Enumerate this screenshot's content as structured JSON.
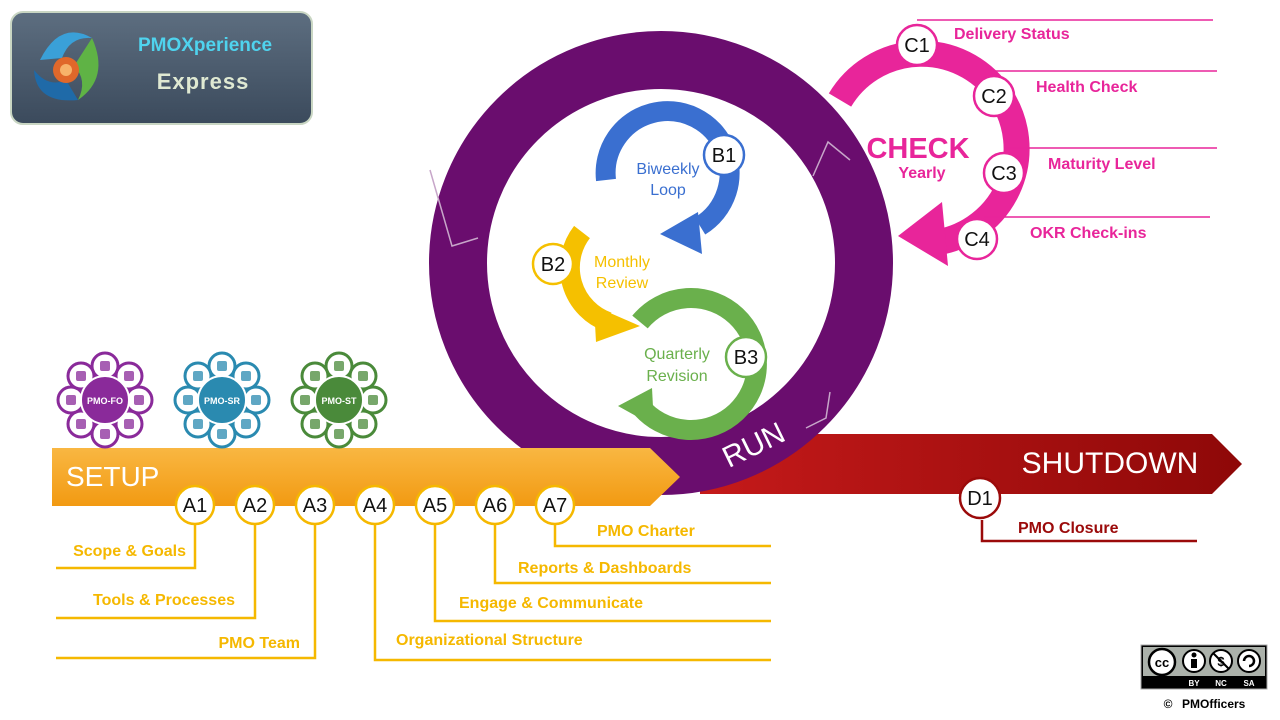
{
  "logo": {
    "line1": "PMOXperience",
    "line2": "Express"
  },
  "badges": [
    {
      "label": "PMO-FO",
      "color": "#8a2a9a"
    },
    {
      "label": "PMO-SR",
      "color": "#2a8ab0"
    },
    {
      "label": "PMO-ST",
      "color": "#4a8a3a"
    }
  ],
  "phases": {
    "setup": "SETUP",
    "run": "RUN",
    "shutdown": "SHUTDOWN",
    "check": "CHECK",
    "check_sub": "Yearly"
  },
  "setup_nodes": [
    {
      "id": "A1",
      "text": "Scope & Goals"
    },
    {
      "id": "A2",
      "text": "Tools & Processes"
    },
    {
      "id": "A3",
      "text": "PMO Team"
    },
    {
      "id": "A4",
      "text": "Organizational Structure"
    },
    {
      "id": "A5",
      "text": "Engage & Communicate"
    },
    {
      "id": "A6",
      "text": "Reports & Dashboards"
    },
    {
      "id": "A7",
      "text": "PMO Charter"
    }
  ],
  "run_nodes": [
    {
      "id": "B1",
      "text": [
        "Biweekly",
        "Loop"
      ]
    },
    {
      "id": "B2",
      "text": [
        "Monthly",
        "Review"
      ]
    },
    {
      "id": "B3",
      "text": [
        "Quarterly",
        "Revision"
      ]
    }
  ],
  "check_nodes": [
    {
      "id": "C1",
      "text": "Delivery Status"
    },
    {
      "id": "C2",
      "text": "Health Check"
    },
    {
      "id": "C3",
      "text": "Maturity Level"
    },
    {
      "id": "C4",
      "text": "OKR Check-ins"
    }
  ],
  "shutdown_nodes": [
    {
      "id": "D1",
      "text": "PMO Closure"
    }
  ],
  "license": {
    "cc": "cc",
    "by": "BY",
    "nc": "NC",
    "sa": "SA",
    "copyright": "©",
    "owner": "PMOfficers"
  },
  "colors": {
    "setup": "#f5a623",
    "setup_text": "#f5b800",
    "run": "#6a0d6e",
    "check": "#e8259a",
    "shutdown": "#9b0a0a",
    "b1": "#3a6fd0",
    "b2": "#f5c000",
    "b3": "#6ab04c"
  }
}
